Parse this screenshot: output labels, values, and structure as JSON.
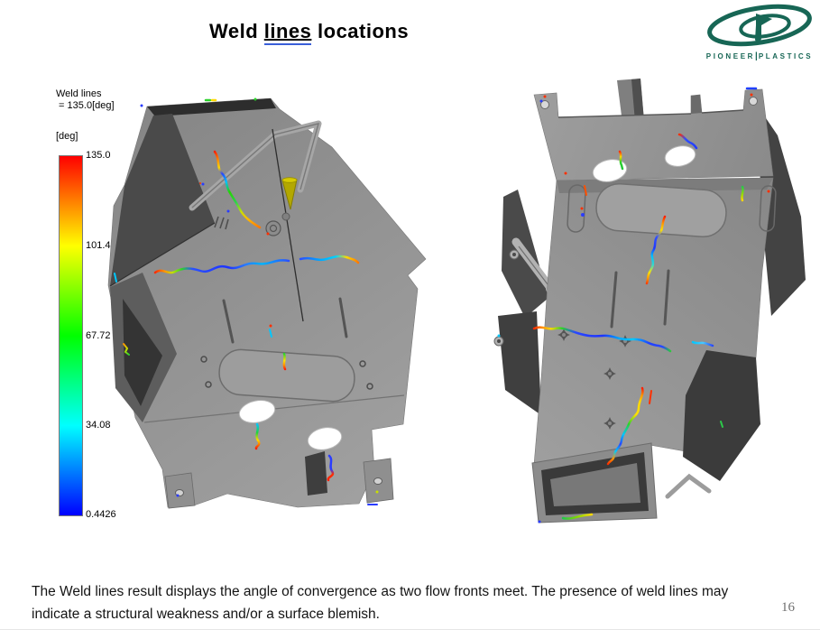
{
  "slide": {
    "title": {
      "pre": "Weld ",
      "underlined": "lines",
      "post": " locations"
    },
    "description": "The Weld lines result displays the angle of convergence as two flow fronts meet. The presence of weld lines may indicate a structural weakness and/or a surface blemish.",
    "page_number": "16"
  },
  "logo": {
    "word1": "PIONEER",
    "divider": "|",
    "word2": "PLASTICS",
    "color": "#176655"
  },
  "legend": {
    "header_line1": "Weld lines",
    "header_line2": " = 135.0[deg]",
    "unit": "[deg]",
    "ticks": [
      "135.0",
      "101.4",
      "67.72",
      "34.08",
      "0.4426"
    ],
    "tick_values_deg": [
      135.0,
      101.4,
      67.72,
      34.08,
      0.4426
    ],
    "scale_colors": [
      "#ff0000",
      "#ffff00",
      "#00ff00",
      "#00ffff",
      "#0000ff"
    ]
  }
}
